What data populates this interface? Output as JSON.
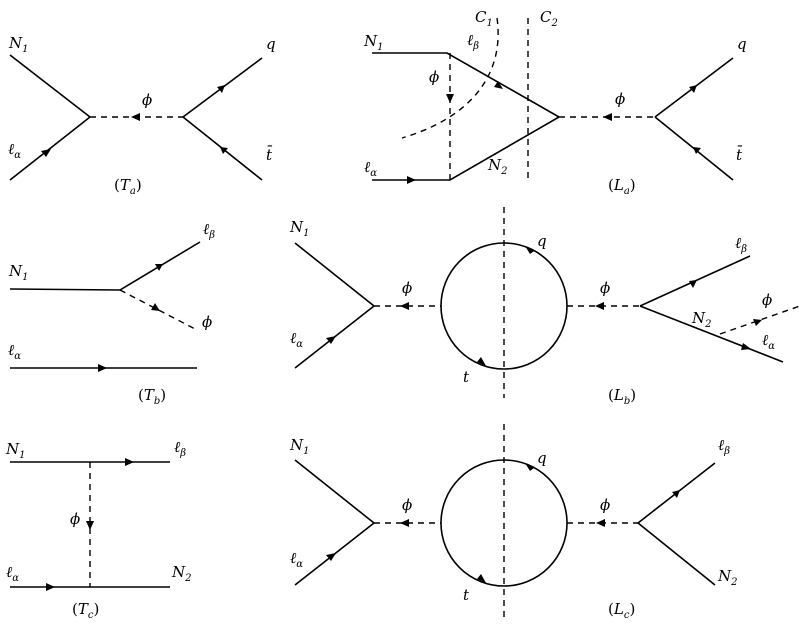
{
  "labels": {
    "N": "N",
    "ell": "ℓ",
    "phi": "ϕ",
    "q": "q",
    "t": "t",
    "tbar": "t̄",
    "C": "C",
    "one": "1",
    "two": "2",
    "alpha": "α",
    "beta": "β",
    "a": "a",
    "b": "b",
    "c": "c"
  },
  "captions": {
    "Ta": "(T_a)",
    "Tb": "(T_b)",
    "Tc": "(T_c)",
    "La": "(L_a)",
    "Lb": "(L_b)",
    "Lc": "(L_c)"
  }
}
